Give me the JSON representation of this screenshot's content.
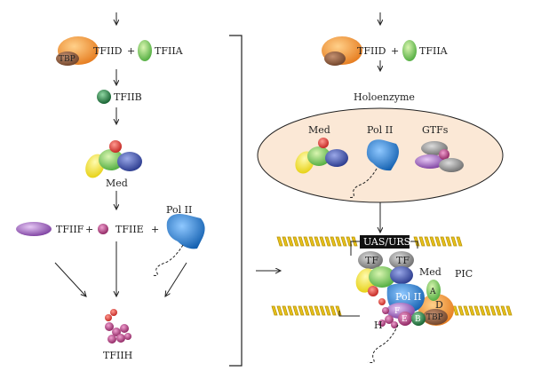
{
  "left": {
    "tfiid": "TFIID",
    "tbp": "TBP",
    "plus1": "+",
    "tfiia": "TFIIA",
    "tfiib": "TFIIB",
    "med": "Med",
    "tfiif": "TFIIF",
    "plus2": "+",
    "tfiie": "TFIIE",
    "plus3": "+",
    "pol2": "Pol II",
    "tfiih": "TFIIH"
  },
  "right": {
    "tfiid": "TFIID",
    "plus": "+",
    "tfiia": "TFIIA",
    "holoenzyme": "Holoenzyme",
    "med": "Med",
    "pol2": "Pol II",
    "gtfs": "GTFs",
    "uas": "UAS/URS",
    "tf1": "TF",
    "tf2": "TF",
    "pic_med": "Med",
    "pic": "PIC",
    "pic_pol2": "Pol II",
    "a": "A",
    "d": "D",
    "f": "F",
    "e": "E",
    "b": "B",
    "tbp": "TBP",
    "h": "H"
  },
  "colors": {
    "orange": "#f08a2c",
    "brown": "#8a5a3c",
    "green": "#5cb85c",
    "darkgreen": "#1e7a3c",
    "red": "#d9302c",
    "blue": "#1f75c4",
    "navy": "#3a4fa0",
    "yellow": "#f3e428",
    "purple": "#9a5fb8",
    "magenta": "#b0377f",
    "gray": "#8a8a8a",
    "beige": "#fbe8d6",
    "dna": "#e8c21a"
  }
}
